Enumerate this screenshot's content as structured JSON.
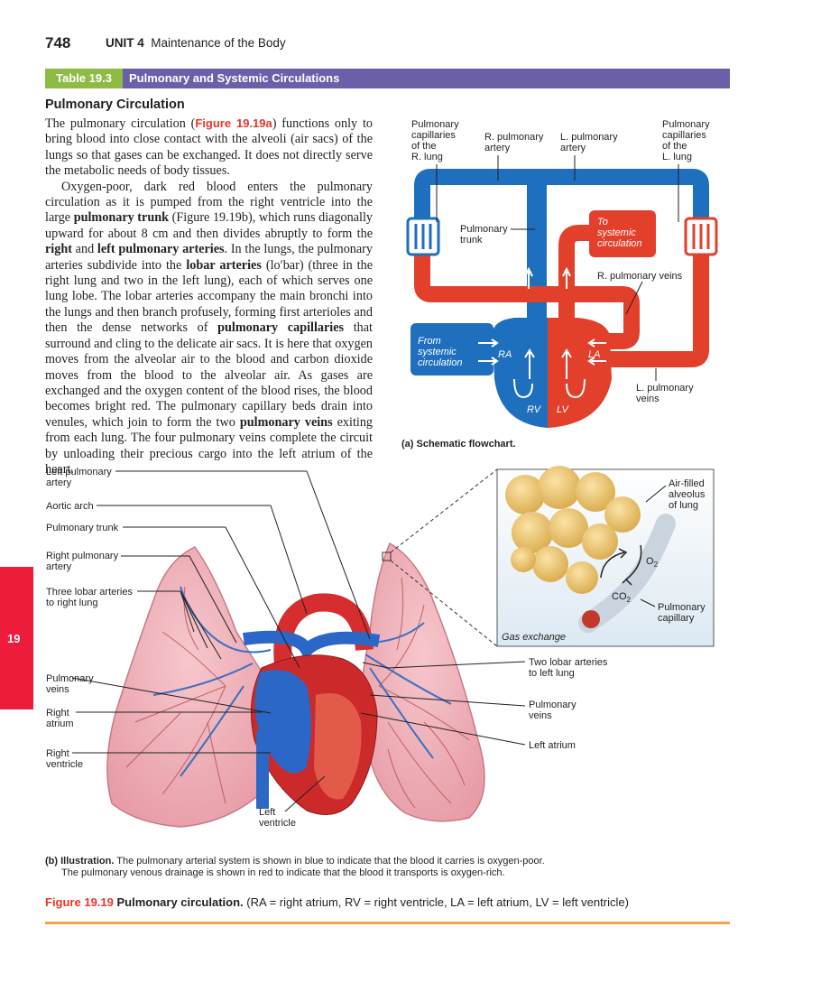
{
  "header": {
    "page_number": "748",
    "unit_label": "UNIT 4",
    "unit_title": "Maintenance of the Body"
  },
  "table": {
    "number": "Table 19.3",
    "title": "Pulmonary and Systemic Circulations"
  },
  "section_heading": "Pulmonary Circulation",
  "paragraph1": {
    "a": "The pulmonary circulation (",
    "ref": "Figure 19.19a",
    "b": ") functions only to bring blood into close contact with the alveoli (air sacs) of the lungs so that gases can be exchanged. It does not directly serve the metabolic needs of body tissues."
  },
  "paragraph2": {
    "a": "Oxygen-poor, dark red blood enters the pulmonary circulation as it is pumped from the right ventricle into the large ",
    "b1": "pulmonary trunk",
    "c": " (Figure 19.19b), which runs diagonally upward for about 8 cm and then divides abruptly to form the ",
    "b2": "right",
    "d": " and ",
    "b3": "left pulmonary arteries",
    "e": ". In the lungs, the pulmonary arteries subdivide into the ",
    "b4": "lobar arteries",
    "f": " (lo′bar) (three in the right lung and two in the left lung), each of which serves one lung lobe. The lobar arteries accompany the main bronchi into the lungs and then branch profusely, forming first arterioles and then the dense networks of ",
    "b5": "pulmonary capillaries",
    "g": " that surround and cling to the delicate air sacs. It is here that oxygen moves from the alveolar air to the blood and carbon dioxide moves from the blood to the alveolar air. As gases are exchanged and the oxygen content of the blood rises, the blood becomes bright red. The pulmonary capillary beds drain into venules, which join to form the two ",
    "b6": "pulmonary veins",
    "h": " exiting from each lung. The four pulmonary veins complete the circuit by unloading their precious cargo into the left atrium of the heart."
  },
  "side_tab": "19",
  "schematic": {
    "labels": {
      "cap_r": [
        "Pulmonary",
        "capillaries",
        "of the",
        "R. lung"
      ],
      "r_art": [
        "R. pulmonary",
        "artery"
      ],
      "l_art": [
        "L. pulmonary",
        "artery"
      ],
      "cap_l": [
        "Pulmonary",
        "capillaries",
        "of the",
        "L. lung"
      ],
      "trunk": [
        "Pulmonary",
        "trunk"
      ],
      "to_sys": [
        "To",
        "systemic",
        "circulation"
      ],
      "r_veins": "R. pulmonary veins",
      "from_sys": [
        "From",
        "systemic",
        "circulation"
      ],
      "ra": "RA",
      "la": "LA",
      "rv": "RV",
      "lv": "LV",
      "l_veins": [
        "L. pulmonary",
        "veins"
      ]
    },
    "caption": "(a) Schematic flowchart."
  },
  "illustration": {
    "left_labels": {
      "lpa": [
        "Left pulmonary",
        "artery"
      ],
      "aorta": "Aortic arch",
      "trunk": "Pulmonary trunk",
      "rpa": [
        "Right pulmonary",
        "artery"
      ],
      "lobar3": [
        "Three lobar arteries",
        "to right lung"
      ],
      "pveins": [
        "Pulmonary",
        "veins"
      ],
      "ratrium": [
        "Right",
        "atrium"
      ],
      "rvent": [
        "Right",
        "ventricle"
      ]
    },
    "bottom_label": [
      "Left",
      "ventricle"
    ],
    "right_labels": {
      "lobar2": [
        "Two lobar arteries",
        "to left lung"
      ],
      "pveins": [
        "Pulmonary",
        "veins"
      ],
      "latrium": "Left atrium"
    },
    "inset": {
      "alveolus": [
        "Air-filled",
        "alveolus",
        "of lung"
      ],
      "o2": "O2",
      "co2": "CO2",
      "capillary": [
        "Pulmonary",
        "capillary"
      ],
      "title": "Gas exchange"
    },
    "caption_bold": "(b) Illustration.",
    "caption_line1": " The pulmonary arterial system is shown in blue to indicate that the blood it carries is oxygen-poor.",
    "caption_line2": "The pulmonary venous drainage is shown in red to indicate that the blood it transports is oxygen-rich."
  },
  "figure": {
    "number": "Figure 19.19",
    "title": "Pulmonary circulation.",
    "note": "(RA = right atrium, RV = right ventricle, LA = left atrium, LV = left ventricle)"
  },
  "colors": {
    "blue": "#1f6fbf",
    "red": "#e2402b",
    "banner": "#6a5fa8",
    "green": "#8dbb44",
    "accent": "#ee1c3b"
  }
}
